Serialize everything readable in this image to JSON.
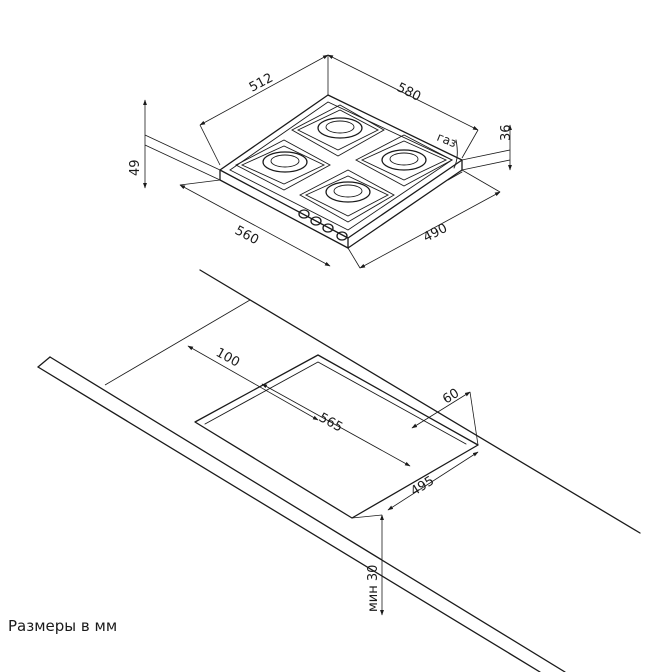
{
  "hob": {
    "dimensions": {
      "top_left": "512",
      "top_right": "580",
      "height_left": "49",
      "height_right": "36",
      "bottom_left": "560",
      "bottom_right": "490"
    },
    "gas_label": "газ"
  },
  "cutout": {
    "dimensions": {
      "depth_offset": "100",
      "back_offset": "60",
      "length": "565",
      "width": "495",
      "min_thickness": "мин 30"
    }
  },
  "caption": "Размеры в мм"
}
